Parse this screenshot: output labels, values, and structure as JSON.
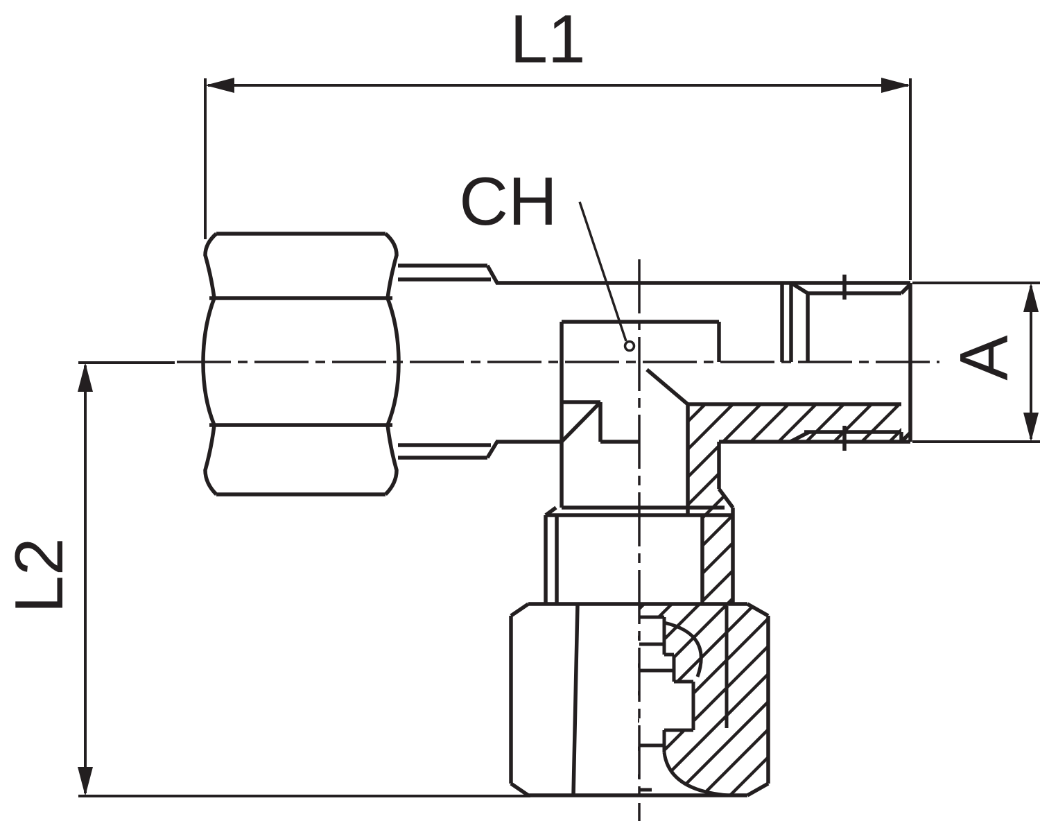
{
  "drawing": {
    "type": "technical-section-drawing",
    "labels": {
      "l1": "L1",
      "l2": "L2",
      "ch": "CH",
      "a": "A"
    },
    "colors": {
      "line": "#231f20",
      "background": "#ffffff"
    }
  }
}
